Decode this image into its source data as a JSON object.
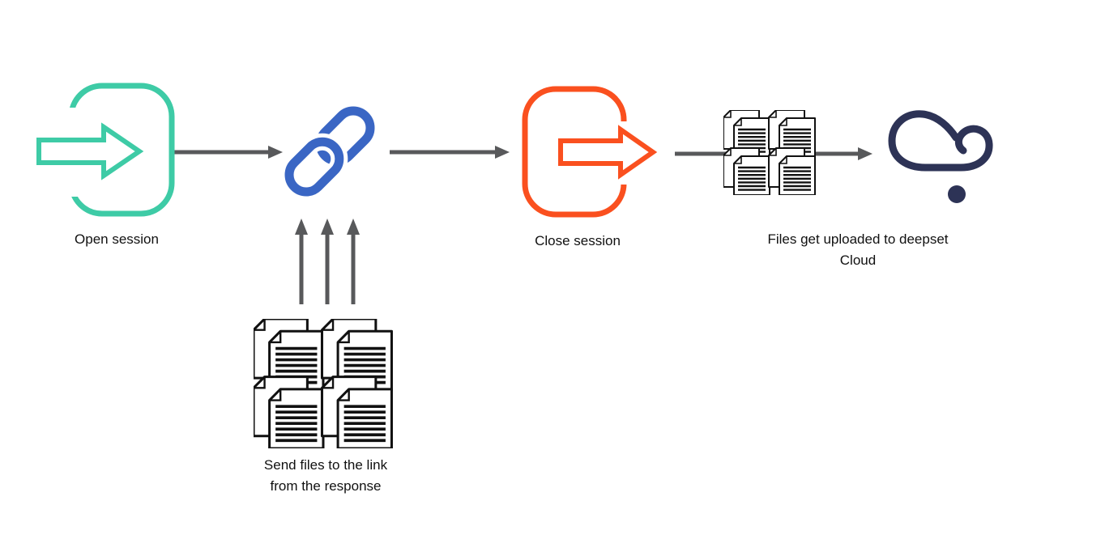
{
  "diagram": {
    "type": "flow-diagram",
    "description_visible_only": "session file upload flow"
  },
  "labels": {
    "open_session": "Open session",
    "close_session": "Close session",
    "uploaded_line1": "Files get uploaded to deepset",
    "uploaded_line2": "Cloud",
    "send_files_line1": "Send files to the link",
    "send_files_line2": "from the response"
  },
  "icons": {
    "open_session": "login-arrow-icon",
    "link": "chain-link-icon",
    "close_session": "logout-arrow-icon",
    "files_bottom": "document-stack-icon",
    "files_top": "document-stack-icon",
    "cloud": "deepset-cloud-logo-icon",
    "connectors": "arrow-connector"
  },
  "colors": {
    "teal": "#3ECBA6",
    "blue": "#3A66C4",
    "orange": "#FA501F",
    "navy": "#2D3356",
    "arrow_gray": "#58595B",
    "text": "#111111",
    "doc_outline": "#111111",
    "background": "#FFFFFF"
  }
}
